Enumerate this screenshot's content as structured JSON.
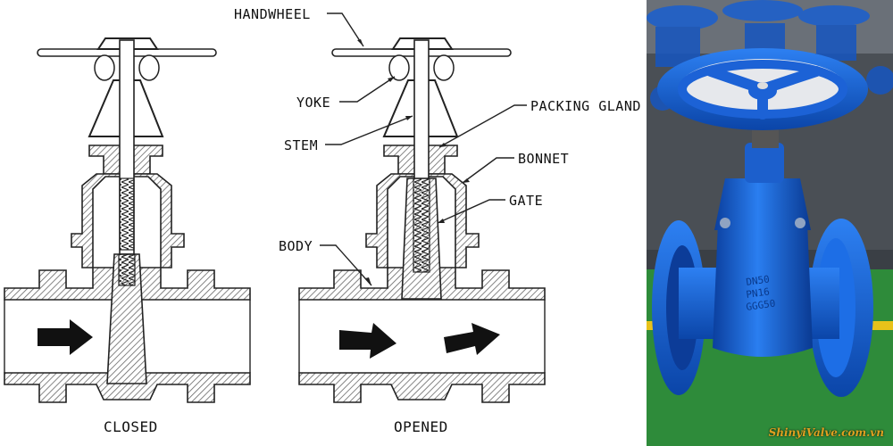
{
  "labels": {
    "handwheel": "HANDWHEEL",
    "yoke": "YOKE",
    "stem": "STEM",
    "packing_gland": "PACKING GLAND",
    "bonnet": "BONNET",
    "gate": "GATE",
    "body": "BODY"
  },
  "captions": {
    "closed": "CLOSED",
    "opened": "OPENED"
  },
  "photo": {
    "valve_markings": [
      "DN50",
      "PN16",
      "GGG50"
    ],
    "watermark": "ShinyiValve.com.vn"
  },
  "colors": {
    "hatch": "#555555",
    "valve_blue": "#1560d8",
    "floor": "#2e8b3a",
    "floor_line": "#e8c21a"
  }
}
